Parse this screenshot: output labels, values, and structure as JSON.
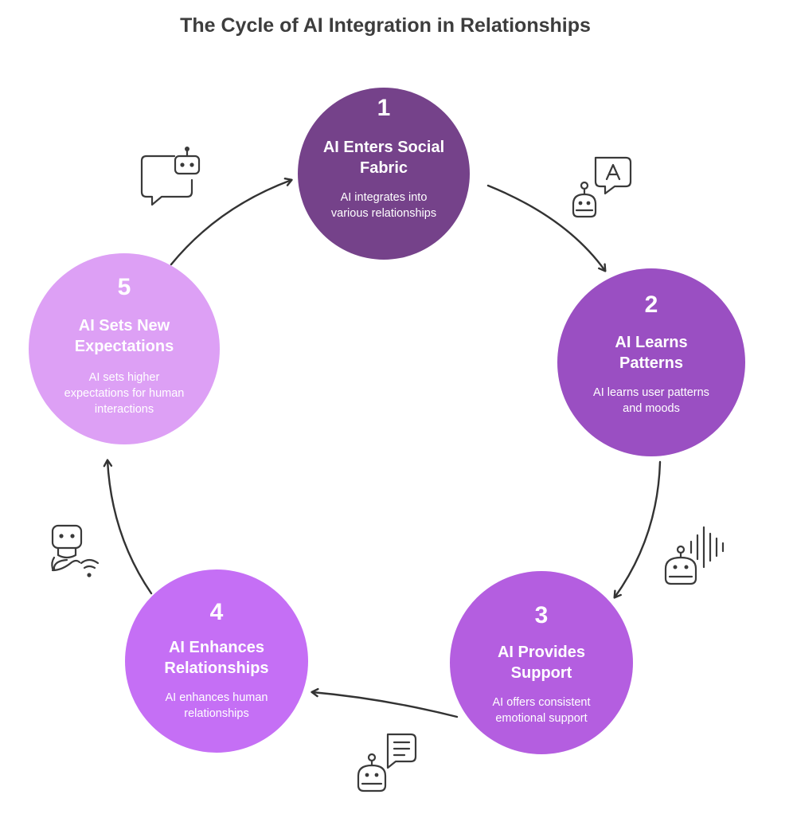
{
  "title": "The Cycle of AI Integration in Relationships",
  "steps": [
    {
      "number": "1",
      "title_lines": [
        "AI Enters Social",
        "Fabric"
      ],
      "desc_lines": [
        "AI integrates into",
        "various relationships"
      ],
      "color": "#75428a"
    },
    {
      "number": "2",
      "title_lines": [
        "AI Learns",
        "Patterns"
      ],
      "desc_lines": [
        "AI learns user patterns",
        "and moods"
      ],
      "color": "#9a4fc2"
    },
    {
      "number": "3",
      "title_lines": [
        "AI Provides",
        "Support"
      ],
      "desc_lines": [
        "AI offers consistent",
        "emotional support"
      ],
      "color": "#b45ee0"
    },
    {
      "number": "4",
      "title_lines": [
        "AI Enhances",
        "Relationships"
      ],
      "desc_lines": [
        "AI enhances human",
        "relationships"
      ],
      "color": "#c56ff5"
    },
    {
      "number": "5",
      "title_lines": [
        "AI Sets New",
        "Expectations"
      ],
      "desc_lines": [
        "AI sets higher",
        "expectations for human",
        "interactions"
      ],
      "color": "#dda0f5"
    }
  ],
  "icons": [
    "robot-chat-bubble-icon",
    "robot-translate-icon",
    "robot-voice-wave-icon",
    "robot-message-icon",
    "robot-wifi-hand-icon"
  ]
}
